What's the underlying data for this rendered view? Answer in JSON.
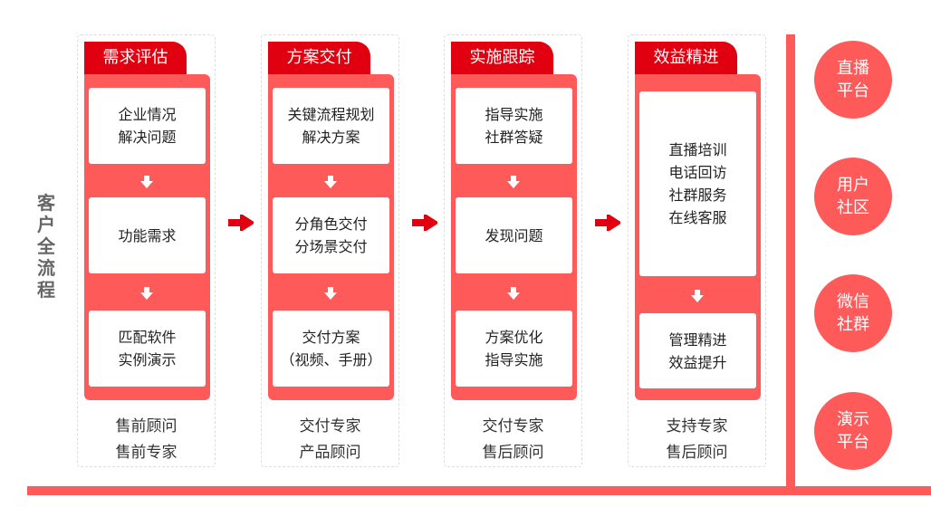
{
  "side_label": "客户全流程",
  "columns": [
    {
      "title": "需求评估",
      "boxes": [
        [
          "企业情况",
          "解决问题"
        ],
        [
          "功能需求"
        ],
        [
          "匹配软件",
          "实例演示"
        ]
      ],
      "roles": [
        "售前顾问",
        "售前专家"
      ]
    },
    {
      "title": "方案交付",
      "boxes": [
        [
          "关键流程规划",
          "解决方案"
        ],
        [
          "分角色交付",
          "分场景交付"
        ],
        [
          "交付方案",
          "（视频、手册）"
        ]
      ],
      "roles": [
        "交付专家",
        "产品顾问"
      ]
    },
    {
      "title": "实施跟踪",
      "boxes": [
        [
          "指导实施",
          "社群答疑"
        ],
        [
          "发现问题"
        ],
        [
          "方案优化",
          "指导实施"
        ]
      ],
      "roles": [
        "交付专家",
        "售后顾问"
      ]
    },
    {
      "title": "效益精进",
      "boxes": [
        [
          "直播培训",
          "电话回访",
          "社群服务",
          "在线客服"
        ],
        [
          "管理精进",
          "效益提升"
        ]
      ],
      "roles": [
        "支持专家",
        "售后顾问"
      ]
    }
  ],
  "channels": [
    [
      "直播",
      "平台"
    ],
    [
      "用户",
      "社区"
    ],
    [
      "微信",
      "社群"
    ],
    [
      "演示",
      "平台"
    ]
  ],
  "colors": {
    "tab": "#e0000f",
    "panel": "#ff5a5a",
    "arrow": "#e0000f"
  }
}
